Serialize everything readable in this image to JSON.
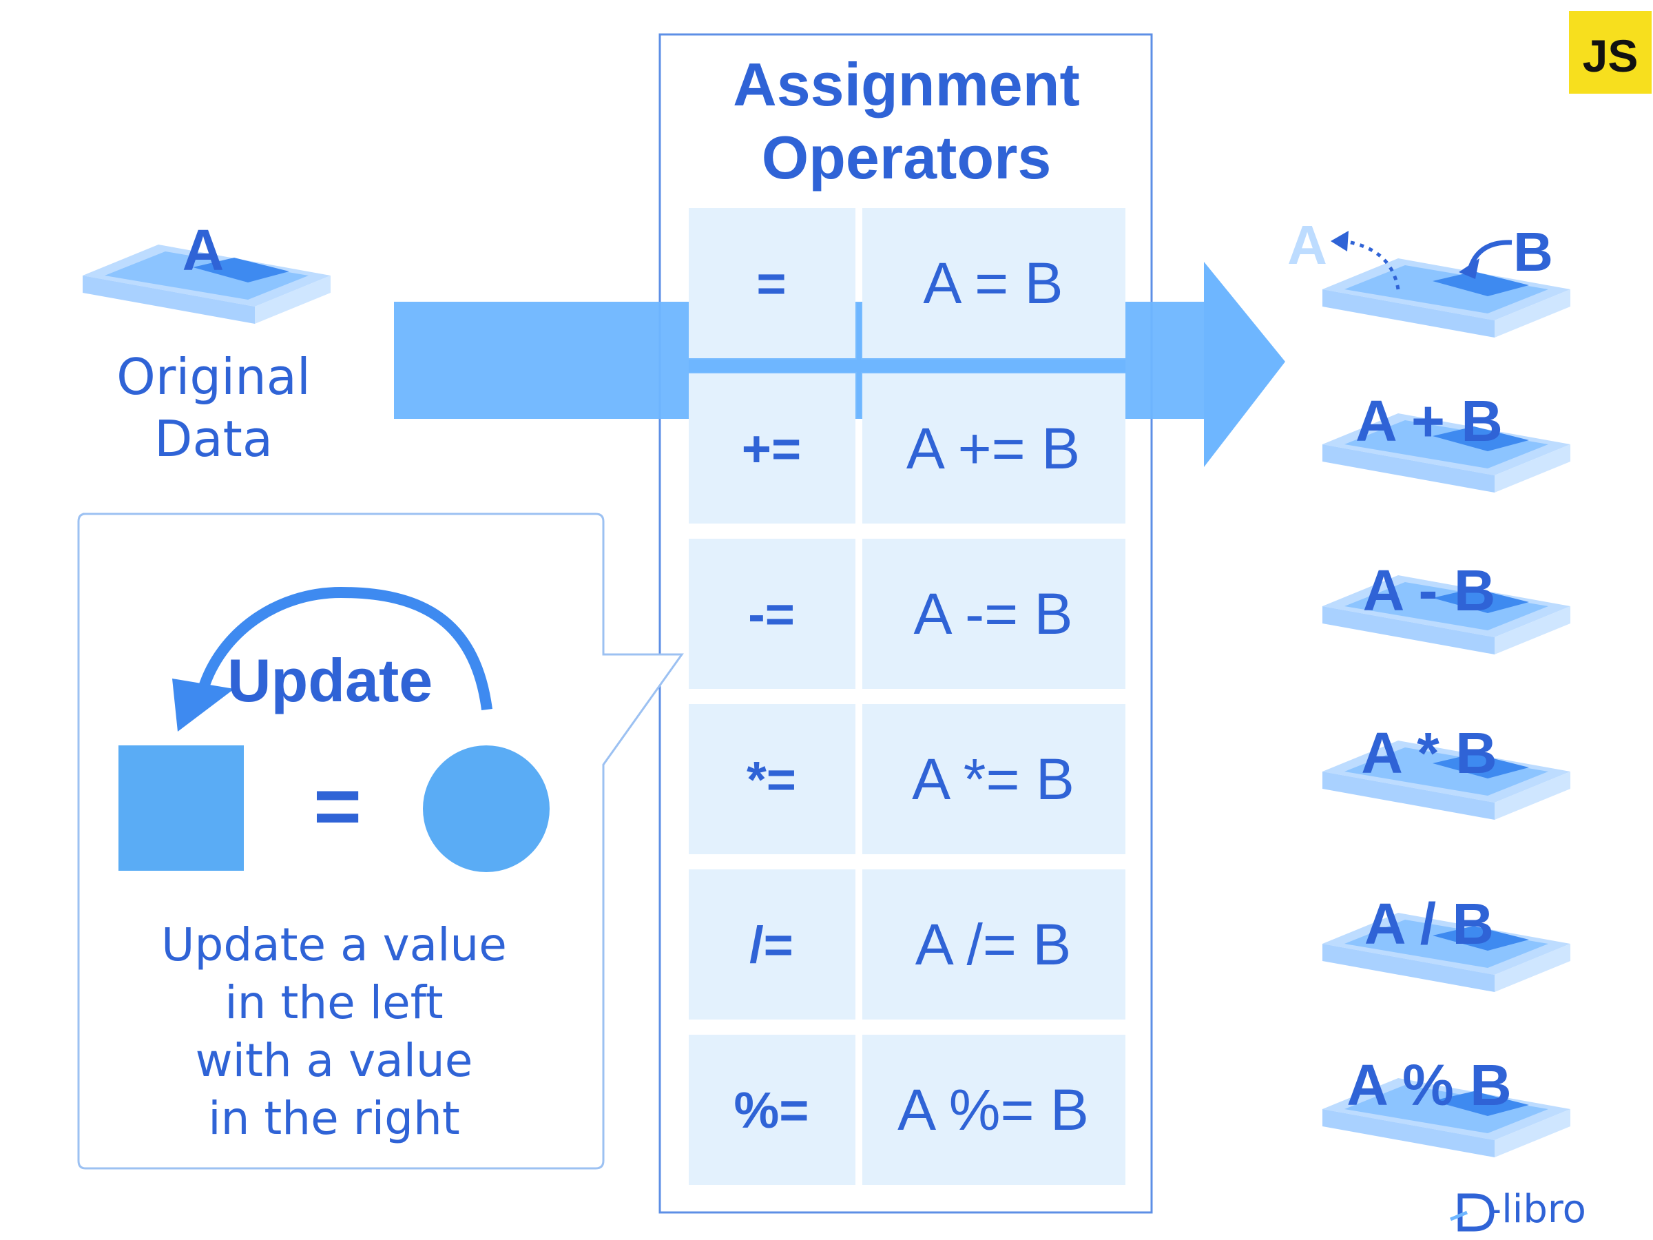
{
  "title": "Assignment\nOperators",
  "original": {
    "label_a": "A",
    "text": "Original\nData"
  },
  "update_panel": {
    "label": "Update",
    "equals": "=",
    "description": "Update a value\nin the left\nwith a value\nin the right"
  },
  "operators": [
    {
      "symbol": "=",
      "example": "A = B"
    },
    {
      "symbol": "+=",
      "example": "A += B"
    },
    {
      "symbol": "-=",
      "example": "A -= B"
    },
    {
      "symbol": "*=",
      "example": "A *= B"
    },
    {
      "symbol": "/=",
      "example": "A /= B"
    },
    {
      "symbol": "%=",
      "example": "A %= B"
    }
  ],
  "results": [
    {
      "label_a": "A",
      "label_b": "B"
    },
    {
      "label": "A + B"
    },
    {
      "label": "A - B"
    },
    {
      "label": "A * B"
    },
    {
      "label": "A / B"
    },
    {
      "label": "A % B"
    }
  ],
  "badge": "JS",
  "brand": "-libro",
  "colors": {
    "primary": "#2f63d6",
    "arrow": "#6eb6ff",
    "cell": "#e3f1fd",
    "tray_light": "#bddcff",
    "tray_mid": "#8cc4ff",
    "tray_dark": "#3e8af0",
    "js_yellow": "#f7df1e"
  }
}
